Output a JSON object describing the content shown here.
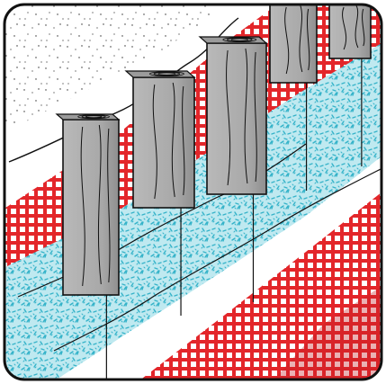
{
  "illustration": {
    "subject": "",
    "colors": {
      "red": "#e3262a",
      "red_dark": "#c41f24",
      "cyan": "#35b3c9",
      "cyan_light": "#bfe9f0",
      "post_gray": "#a8a8a8",
      "post_dark": "#8f8f8f",
      "outline": "#111111",
      "white": "#ffffff",
      "speckle": "#2b2b2b"
    },
    "posts": [
      {
        "name": "post-1"
      },
      {
        "name": "post-2"
      },
      {
        "name": "post-3"
      },
      {
        "name": "post-4"
      },
      {
        "name": "post-5"
      }
    ]
  }
}
